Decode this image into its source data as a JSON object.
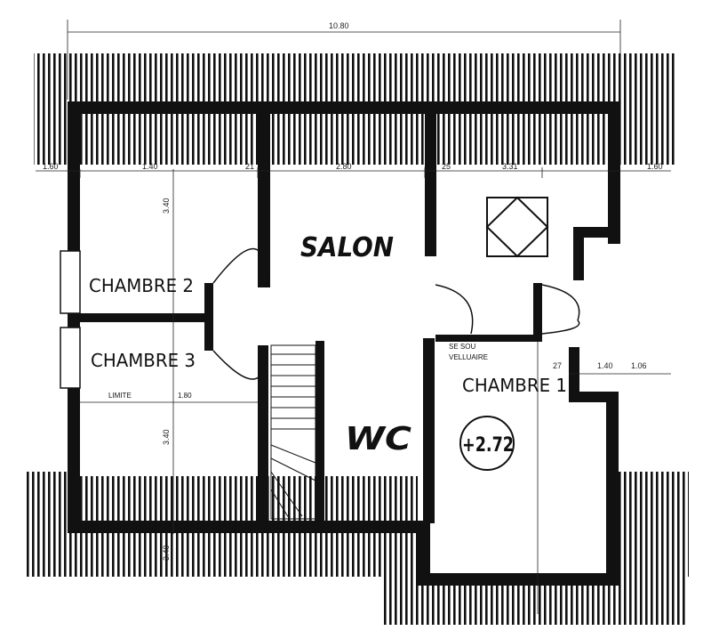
{
  "rooms": {
    "chambre2": "CHAMBRE 2",
    "chambre3": "CHAMBRE 3",
    "chambre1": "CHAMBRE 1",
    "salon": "SALON",
    "wc": "WC"
  },
  "notes": {
    "limite": "LIMITE",
    "limite_value": "1.80",
    "level": "+2.72",
    "ceiling_1": "SE SOU",
    "ceiling_2": "VELLUAIRE"
  },
  "dimensions": {
    "overall_width": "10.80",
    "d_left": "1.40",
    "d_mid": "3.40",
    "d_small1": "21",
    "d_center": "2.80",
    "d_small2": "25",
    "d_right": "3.31",
    "d_edge_left": "1.60",
    "d_edge_right": "1.60",
    "d_right2": "1.06",
    "d_r3": "1.40",
    "d_27": "27",
    "d_vert1": "3.40",
    "d_vert2": "3.40",
    "d_vert3": "3.40"
  }
}
